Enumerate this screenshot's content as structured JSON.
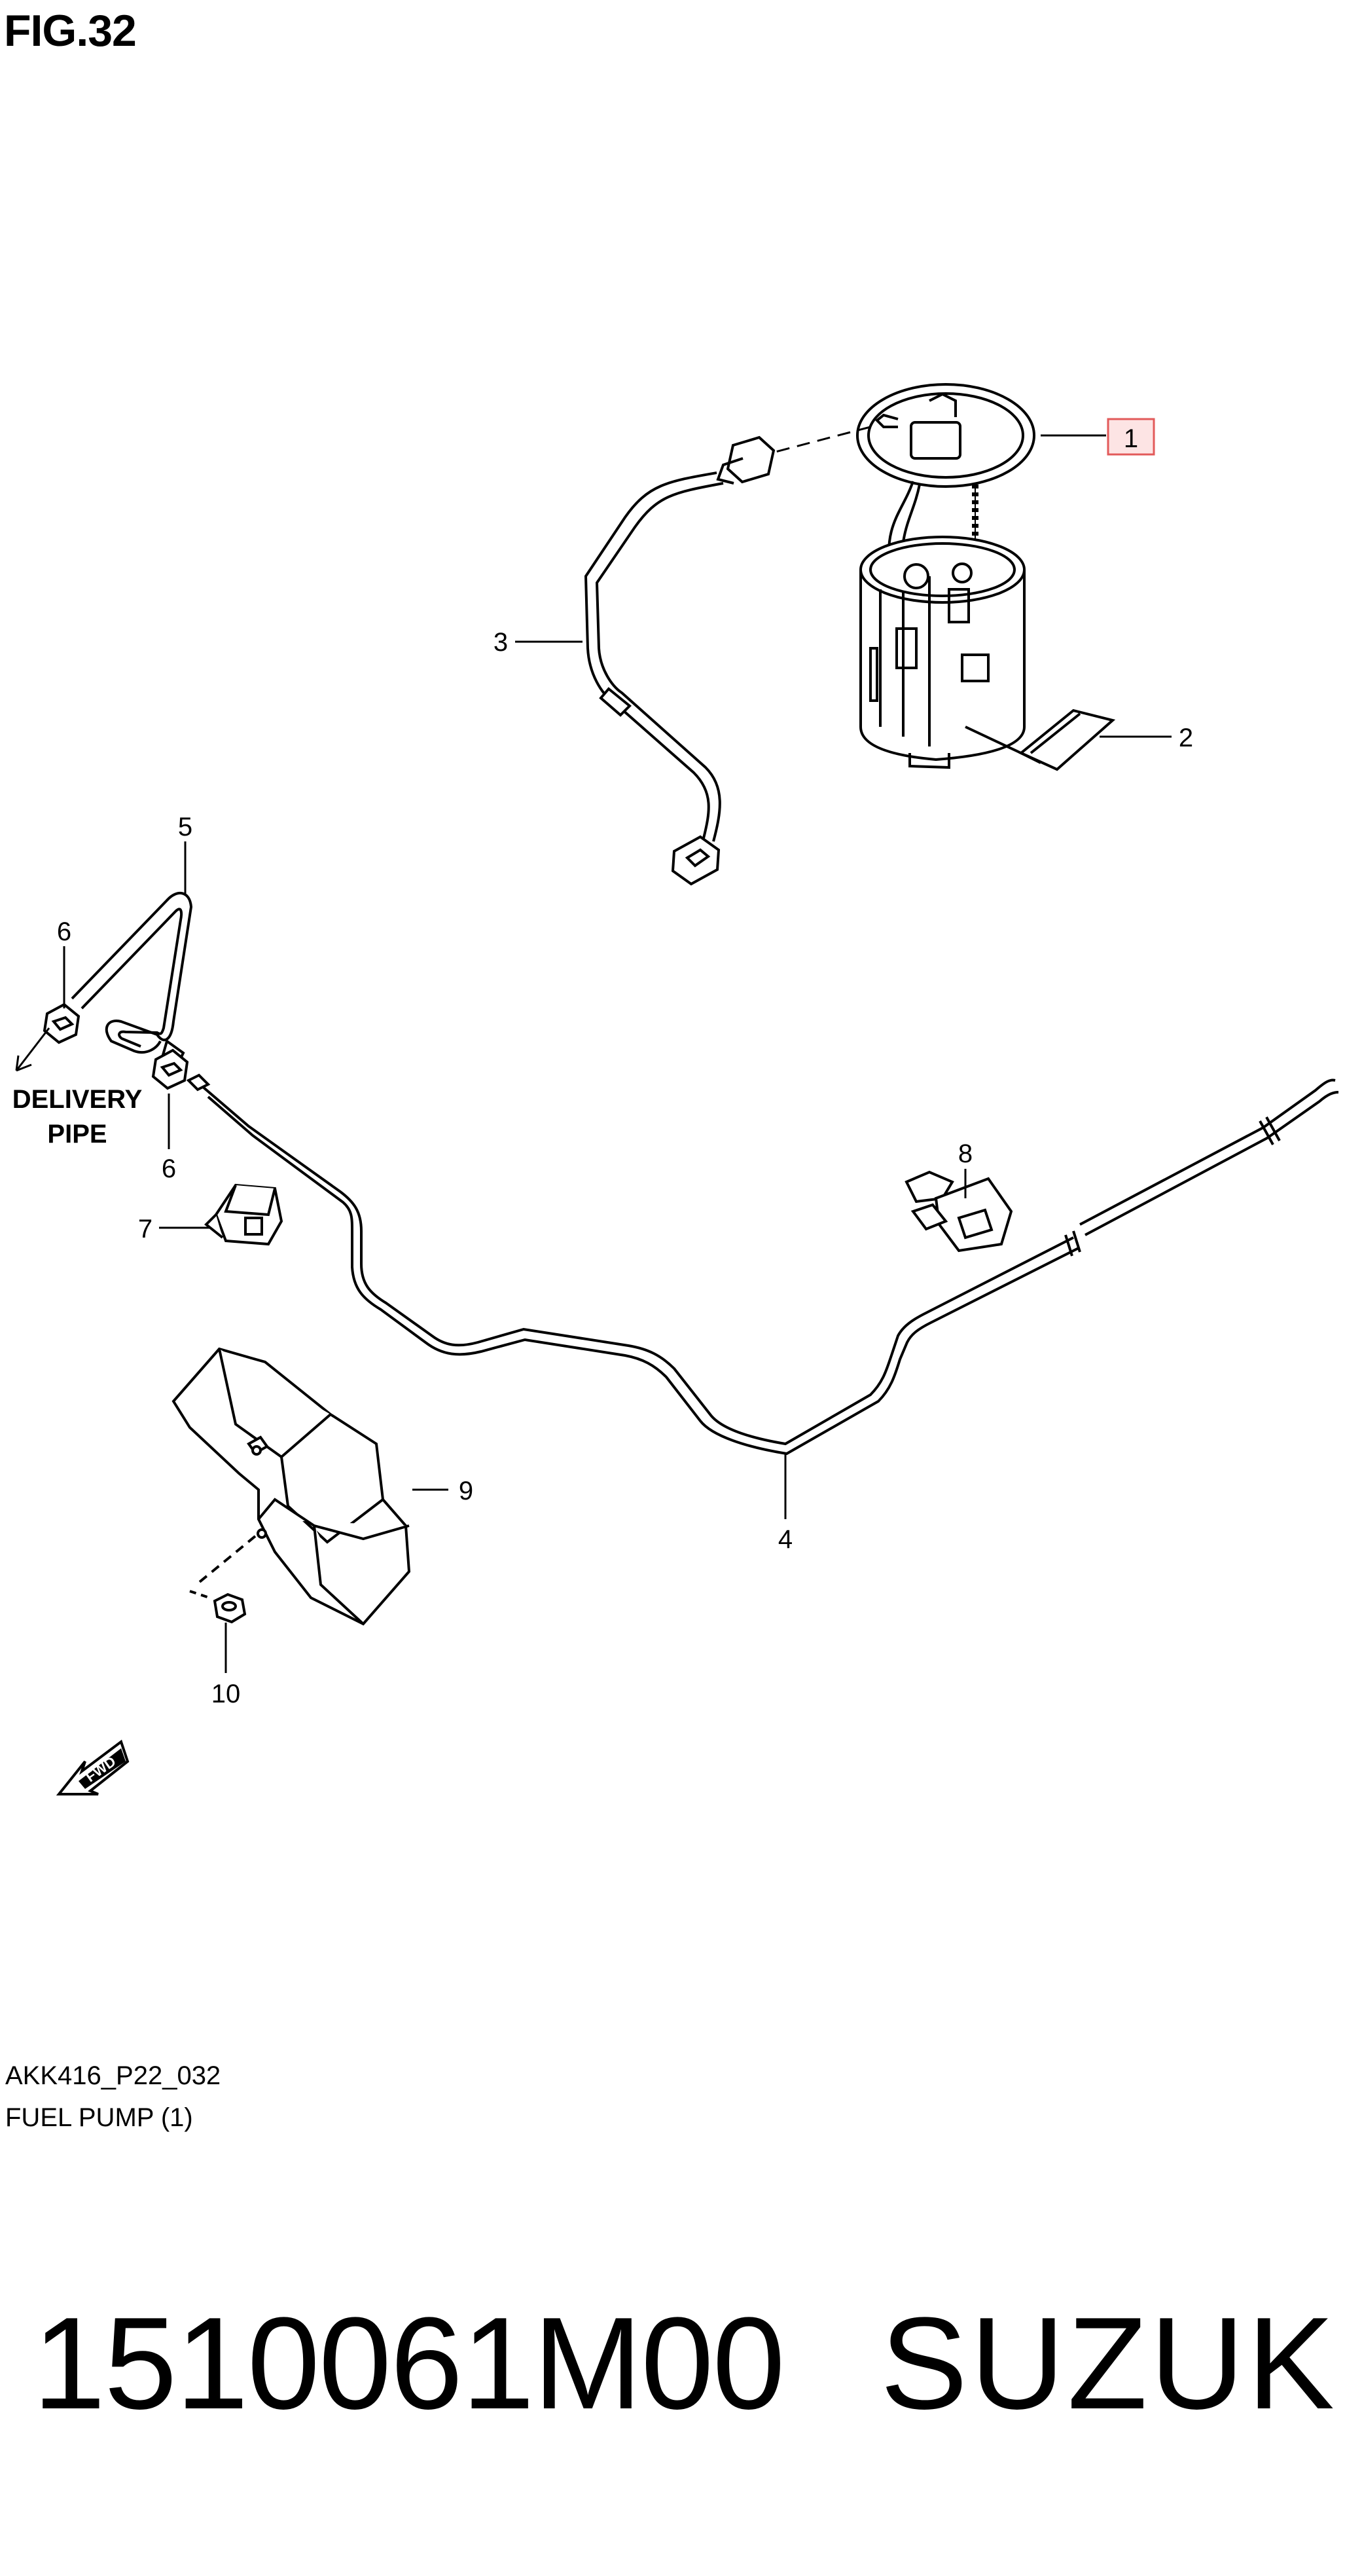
{
  "figure": {
    "title": "FIG.32"
  },
  "callouts": {
    "c1": "1",
    "c2": "2",
    "c3": "3",
    "c4": "4",
    "c5": "5",
    "c6a": "6",
    "c6b": "6",
    "c7": "7",
    "c8": "8",
    "c9": "9",
    "c10": "10"
  },
  "annotations": {
    "delivery_line1": "DELIVERY",
    "delivery_line2": "PIPE",
    "fwd": "FWD"
  },
  "footer": {
    "code": "AKK416_P22_032",
    "name": "FUEL PUMP (1)"
  },
  "part": {
    "number": "1510061M00",
    "brand": "SUZUKI"
  },
  "colors": {
    "highlight_fill": "#fde4e4",
    "highlight_stroke": "#e25a5a",
    "line": "#000000"
  }
}
